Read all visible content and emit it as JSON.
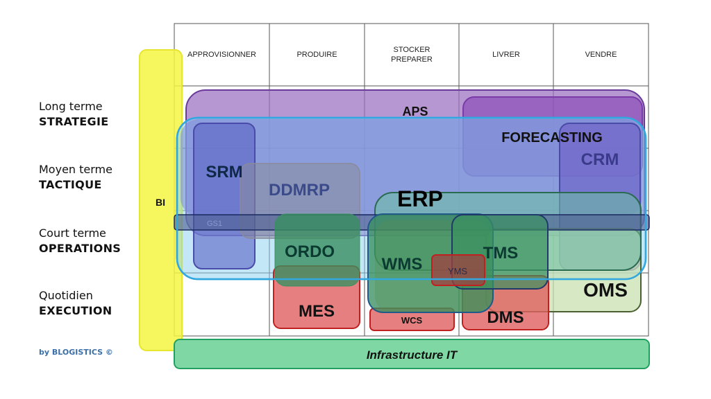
{
  "columns": [
    "APPROVISIONNER",
    "PRODUIRE",
    "STOCKER\nPREPARER",
    "LIVRER",
    "VENDRE"
  ],
  "rows": [
    {
      "horizon": "Long terme",
      "level": "STRATEGIE"
    },
    {
      "horizon": "Moyen terme",
      "level": "TACTIQUE"
    },
    {
      "horizon": "Court terme",
      "level": "OPERATIONS"
    },
    {
      "horizon": "Quotidien",
      "level": "EXECUTION"
    }
  ],
  "credit": "by BLOGISTICS ©",
  "systems": {
    "bi": {
      "label": "BI",
      "color": "#f5f542"
    },
    "aps": {
      "label": "APS",
      "color": "#9b6fc0"
    },
    "forecasting": {
      "label": "FORECASTING",
      "color": "#8a4fb8"
    },
    "crm": {
      "label": "CRM",
      "color": "#6a5cc4"
    },
    "scm_band": {
      "label": "",
      "color": "#33a8e0"
    },
    "srm": {
      "label": "SRM",
      "color": "#5a62c4"
    },
    "ddmrp": {
      "label": "DDMRP",
      "color": "#8a8a9a"
    },
    "gs1": {
      "label": "GS1",
      "color": "#4a5a90"
    },
    "erp": {
      "label": "ERP",
      "color": "#6cc0a0"
    },
    "ordo": {
      "label": "ORDO",
      "color": "#3a9060"
    },
    "wms": {
      "label": "WMS",
      "color": "#3a9060"
    },
    "tms": {
      "label": "TMS",
      "color": "#3a9060"
    },
    "yms": {
      "label": "YMS",
      "color": "#b04040"
    },
    "mes": {
      "label": "MES",
      "color": "#e06060"
    },
    "wcs": {
      "label": "WCS",
      "color": "#e06060"
    },
    "dms": {
      "label": "DMS",
      "color": "#e06060"
    },
    "oms": {
      "label": "OMS",
      "color": "#c8e0b0"
    },
    "infra": {
      "label": "Infrastructure IT",
      "color": "#7fd8a4"
    }
  }
}
